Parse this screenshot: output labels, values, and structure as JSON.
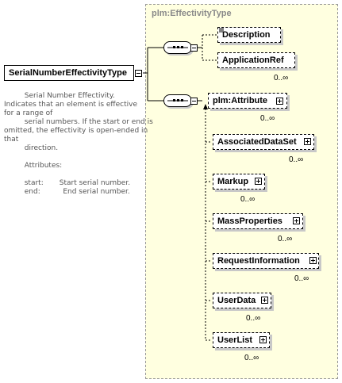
{
  "diagram": {
    "type_name": "plm:EffectivityType",
    "root": {
      "label": "SerialNumberEffectivityType"
    },
    "documentation": [
      "         Serial Number Effectivity.",
      "Indicates that an element is effective",
      "for a range of",
      "         serial numbers. If the start or end is",
      "omitted, the effectivity is open-ended in",
      "that",
      "         direction.",
      "",
      "         Attributes:",
      "",
      "         start:       Start serial number.",
      "         end:          End serial number."
    ],
    "sequence1": [
      {
        "label": "Description",
        "mult": ""
      },
      {
        "label": "ApplicationRef",
        "mult": "0..∞"
      }
    ],
    "sequence2": [
      {
        "label": "plm:Attribute",
        "mult": "0..∞"
      },
      {
        "label": "AssociatedDataSet",
        "mult": "0..∞"
      },
      {
        "label": "Markup",
        "mult": "0..∞"
      },
      {
        "label": "MassProperties",
        "mult": "0..∞"
      },
      {
        "label": "RequestInformation",
        "mult": "0..∞"
      },
      {
        "label": "UserData",
        "mult": "0..∞"
      },
      {
        "label": "UserList",
        "mult": "0..∞"
      }
    ]
  }
}
